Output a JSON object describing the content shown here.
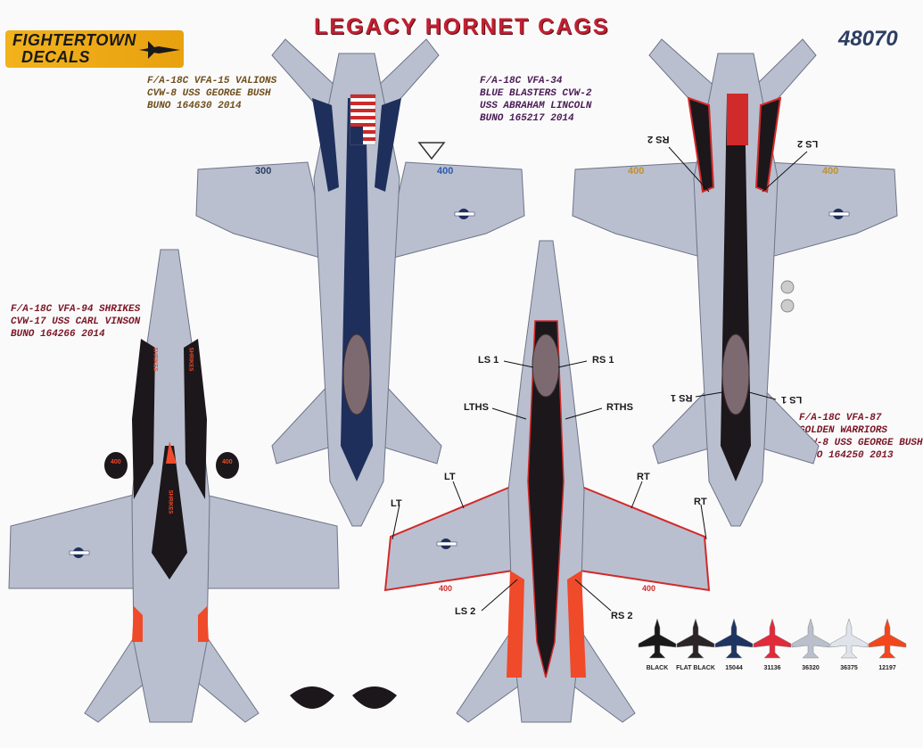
{
  "header": {
    "logo_line1": "FIGHTERTOWN",
    "logo_line2": "DECALS",
    "title": "LEGACY HORNET CAGS",
    "sheet_number": "48070"
  },
  "captions": {
    "vfa15": [
      "F/A-18C VFA-15 VALIONS",
      "CVW-8 USS GEORGE BUSH",
      "BUNO 164630  2014"
    ],
    "vfa34": [
      "F/A-18C VFA-34",
      "BLUE BLASTERS CVW-2",
      "USS ABRAHAM LINCOLN",
      "BUNO 165217  2014"
    ],
    "vfa94": [
      "F/A-18C VFA-94 SHRIKES",
      "CVW-17 USS CARL VINSON",
      "BUNO 164266  2014"
    ],
    "vfa87": [
      "F/A-18C VFA-87",
      "GOLDEN WARRIORS",
      "CVW-8 USS GEORGE BUSH",
      "BUNO 164250  2013"
    ]
  },
  "aircraft_markings": {
    "vfa15_left_modex": "300",
    "vfa15_right_modex": "400",
    "vfa87_left_modex": "400",
    "vfa87_right_modex": "400",
    "vfa94_bottom_left_modex": "400",
    "vfa94_bottom_right_modex": "400",
    "vfa94_tank_left": "400",
    "vfa94_tank_right": "400",
    "vfa94_tail_text_left": "SHRIKES",
    "vfa94_tail_text_right": "SHRIKES",
    "vfa94_spine_text": "SHRIKES"
  },
  "callouts": {
    "ls1": "LS 1",
    "rs1": "RS 1",
    "lths": "LTHS",
    "rths": "RTHS",
    "lt_left": "LT",
    "lt_wing": "LT",
    "rt_wing": "RT",
    "rt_right": "RT",
    "ls2": "LS 2",
    "rs2": "RS 2",
    "top_rs2": "RS 2",
    "top_ls2": "LS 2",
    "top_rs1": "RS 1",
    "top_ls1": "LS 1"
  },
  "swatches": [
    {
      "label": "BLACK",
      "color": "#1a1a1a"
    },
    {
      "label": "FLAT BLACK",
      "color": "#2c2527"
    },
    {
      "label": "15044",
      "color": "#1f3561"
    },
    {
      "label": "31136",
      "color": "#e12a3a"
    },
    {
      "label": "36320",
      "color": "#b9bfcb"
    },
    {
      "label": "36375",
      "color": "#dfe3ea"
    },
    {
      "label": "12197",
      "color": "#f2461f"
    }
  ],
  "colors": {
    "gray": "#b9bfcf",
    "navy": "#1f2f5c",
    "black": "#1c171a",
    "red": "#d12a2a",
    "orange": "#ef4a2a",
    "title_red": "#c32031"
  }
}
